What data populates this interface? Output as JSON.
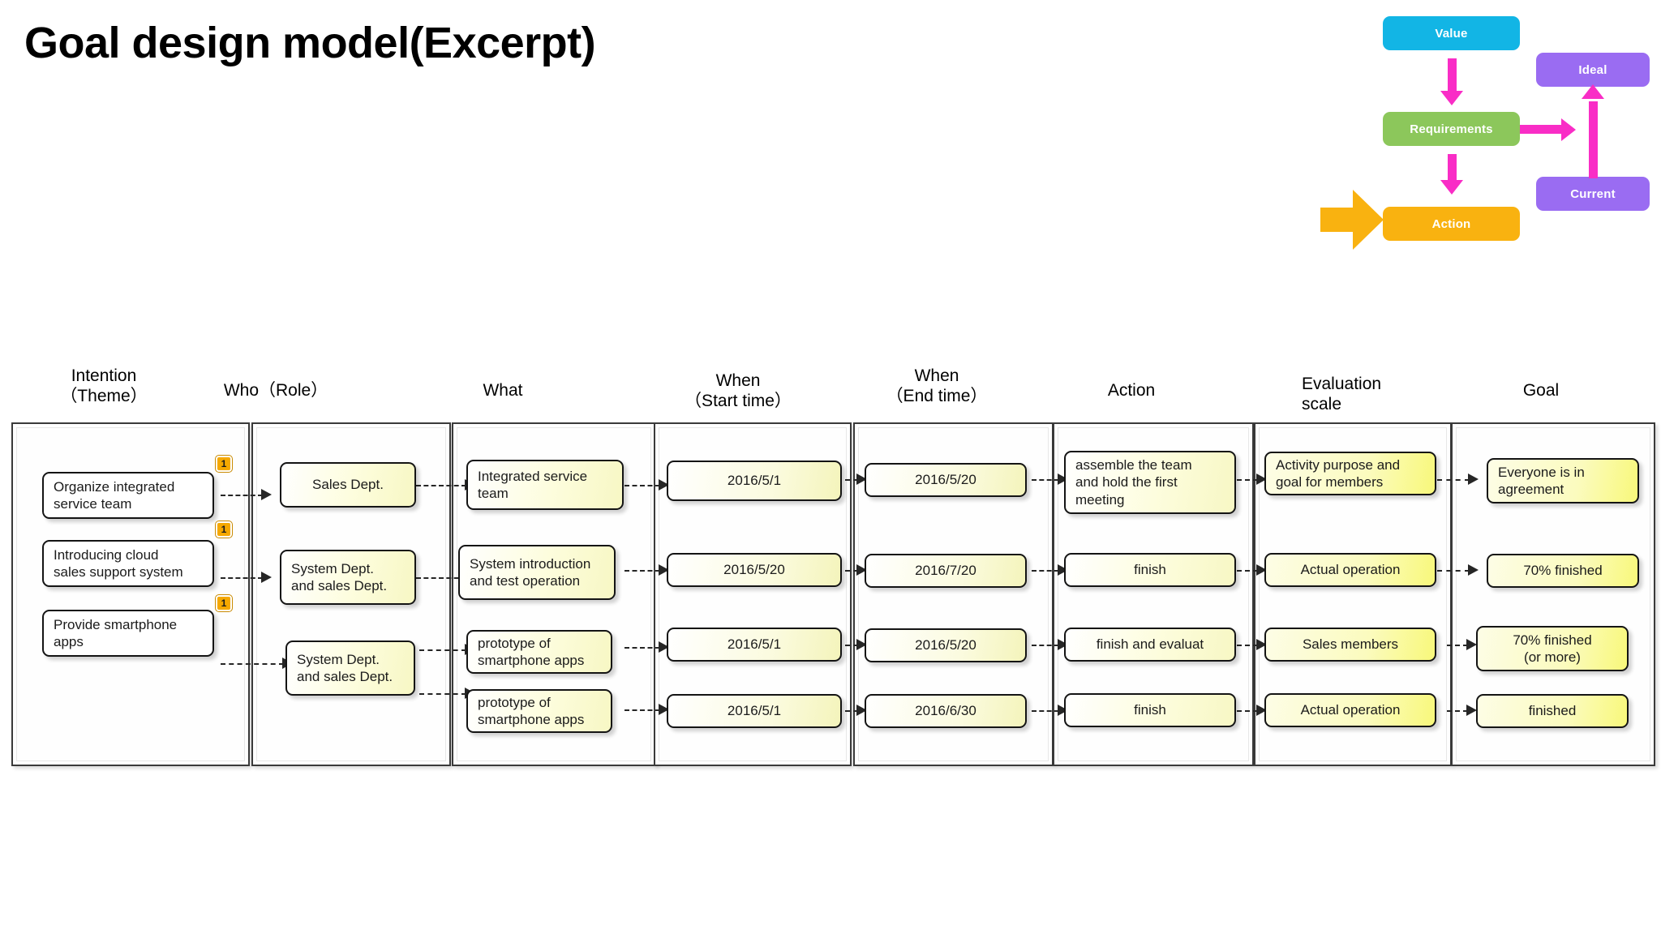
{
  "title": "Goal design model(Excerpt)",
  "legend": {
    "boxes": [
      {
        "key": "value",
        "label": "Value",
        "color": "#12B5E5"
      },
      {
        "key": "requirements",
        "label": "Requirements",
        "color": "#8CC75B"
      },
      {
        "key": "action",
        "label": "Action",
        "color": "#F9B210"
      },
      {
        "key": "ideal",
        "label": "Ideal",
        "color": "#9A6CF2"
      },
      {
        "key": "current",
        "label": "Current",
        "color": "#9A6CF2"
      }
    ],
    "arrow_color": "#F92DC6",
    "big_arrow_color": "#F9B210"
  },
  "columns": [
    {
      "key": "intention",
      "header": "Intention\n（Theme）",
      "align": "center"
    },
    {
      "key": "who",
      "header": "Who（Role）",
      "align": "center"
    },
    {
      "key": "what",
      "header": "What",
      "align": "center"
    },
    {
      "key": "when_start",
      "header": "When\n（Start time）",
      "align": "center"
    },
    {
      "key": "when_end",
      "header": "When\n（End time）",
      "align": "center"
    },
    {
      "key": "action",
      "header": "Action",
      "align": "center"
    },
    {
      "key": "evaluation",
      "header": "Evaluation\nscale",
      "align": "left"
    },
    {
      "key": "goal",
      "header": "Goal",
      "align": "center"
    }
  ],
  "badges": [
    {
      "label": "1"
    },
    {
      "label": "1"
    },
    {
      "label": "1"
    }
  ],
  "cells": {
    "intention": [
      "Organize integrated\nservice team",
      "Introducing cloud\nsales support system",
      "Provide smartphone\napps"
    ],
    "who": [
      "Sales Dept.",
      "System Dept.\nand sales Dept.",
      "System Dept.\nand sales Dept."
    ],
    "what": [
      "Integrated service\nteam",
      "System introduction\nand test operation",
      "prototype of\nsmartphone apps",
      "prototype of\nsmartphone apps"
    ],
    "when_start": [
      "2016/5/1",
      "2016/5/20",
      "2016/5/1",
      "2016/5/1"
    ],
    "when_end": [
      "2016/5/20",
      "2016/7/20",
      "2016/5/20",
      "2016/6/30"
    ],
    "action": [
      "assemble the team\nand hold the first\nmeeting",
      "finish",
      "finish and evaluat",
      "finish"
    ],
    "evaluation": [
      "Activity purpose and\ngoal for members",
      "Actual operation",
      "Sales members",
      "Actual operation"
    ],
    "goal": [
      "Everyone is in\nagreement",
      "70% finished",
      "70% finished\n(or more)",
      "finished"
    ]
  }
}
